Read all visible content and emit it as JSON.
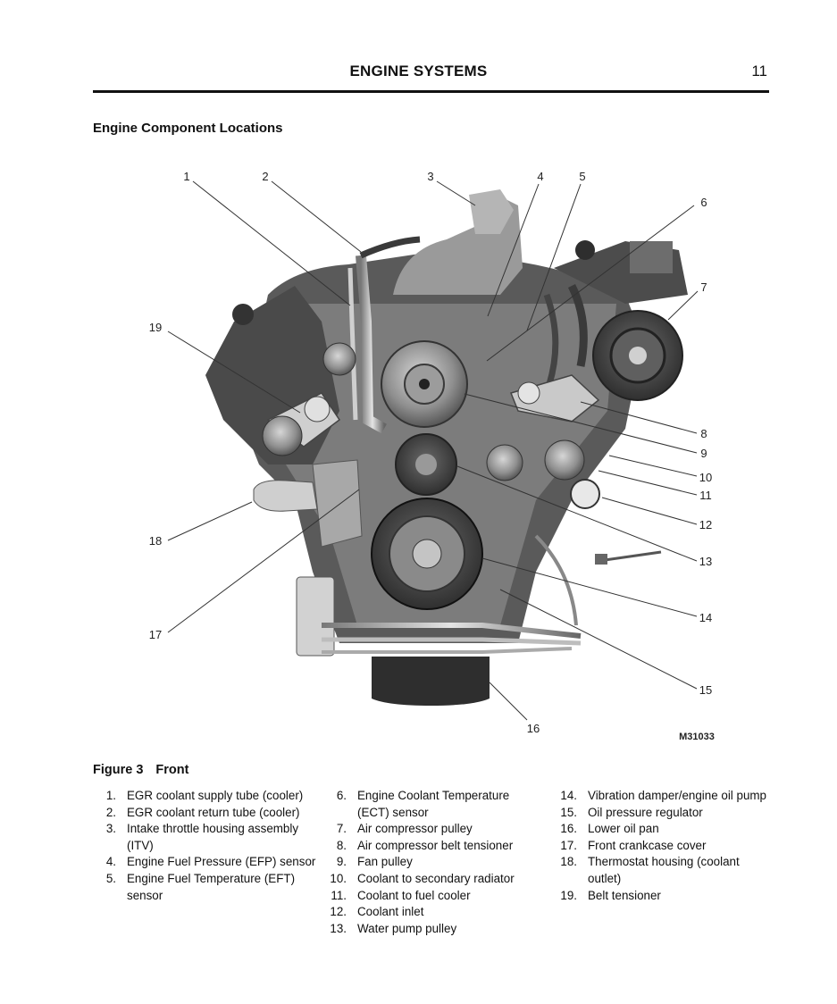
{
  "header": {
    "title": "ENGINE SYSTEMS",
    "page_number": "11"
  },
  "section_title": "Engine Component Locations",
  "figure": {
    "id": "M31033",
    "caption_label": "Figure 3",
    "caption_title": "Front",
    "callouts": [
      "1",
      "2",
      "3",
      "4",
      "5",
      "6",
      "7",
      "8",
      "9",
      "10",
      "11",
      "12",
      "13",
      "14",
      "15",
      "16",
      "17",
      "18",
      "19"
    ]
  },
  "legend": {
    "col1": [
      {
        "num": "1.",
        "text": "EGR coolant supply tube (cooler)"
      },
      {
        "num": "2.",
        "text": "EGR coolant return tube (cooler)"
      },
      {
        "num": "3.",
        "text": "Intake throttle housing assembly (ITV)"
      },
      {
        "num": "4.",
        "text": "Engine Fuel Pressure (EFP) sensor"
      },
      {
        "num": "5.",
        "text": "Engine Fuel Temperature (EFT) sensor"
      }
    ],
    "col2": [
      {
        "num": "6.",
        "text": "Engine Coolant Temperature (ECT) sensor"
      },
      {
        "num": "7.",
        "text": "Air compressor pulley"
      },
      {
        "num": "8.",
        "text": "Air compressor belt tensioner"
      },
      {
        "num": "9.",
        "text": "Fan pulley"
      },
      {
        "num": "10.",
        "text": "Coolant to secondary radiator"
      },
      {
        "num": "11.",
        "text": "Coolant to fuel cooler"
      },
      {
        "num": "12.",
        "text": "Coolant inlet"
      },
      {
        "num": "13.",
        "text": "Water pump pulley"
      }
    ],
    "col3": [
      {
        "num": "14.",
        "text": "Vibration damper/engine oil pump"
      },
      {
        "num": "15.",
        "text": "Oil pressure regulator"
      },
      {
        "num": "16.",
        "text": "Lower oil pan"
      },
      {
        "num": "17.",
        "text": "Front crankcase cover"
      },
      {
        "num": "18.",
        "text": "Thermostat housing (coolant outlet)"
      },
      {
        "num": "19.",
        "text": "Belt tensioner"
      }
    ]
  }
}
